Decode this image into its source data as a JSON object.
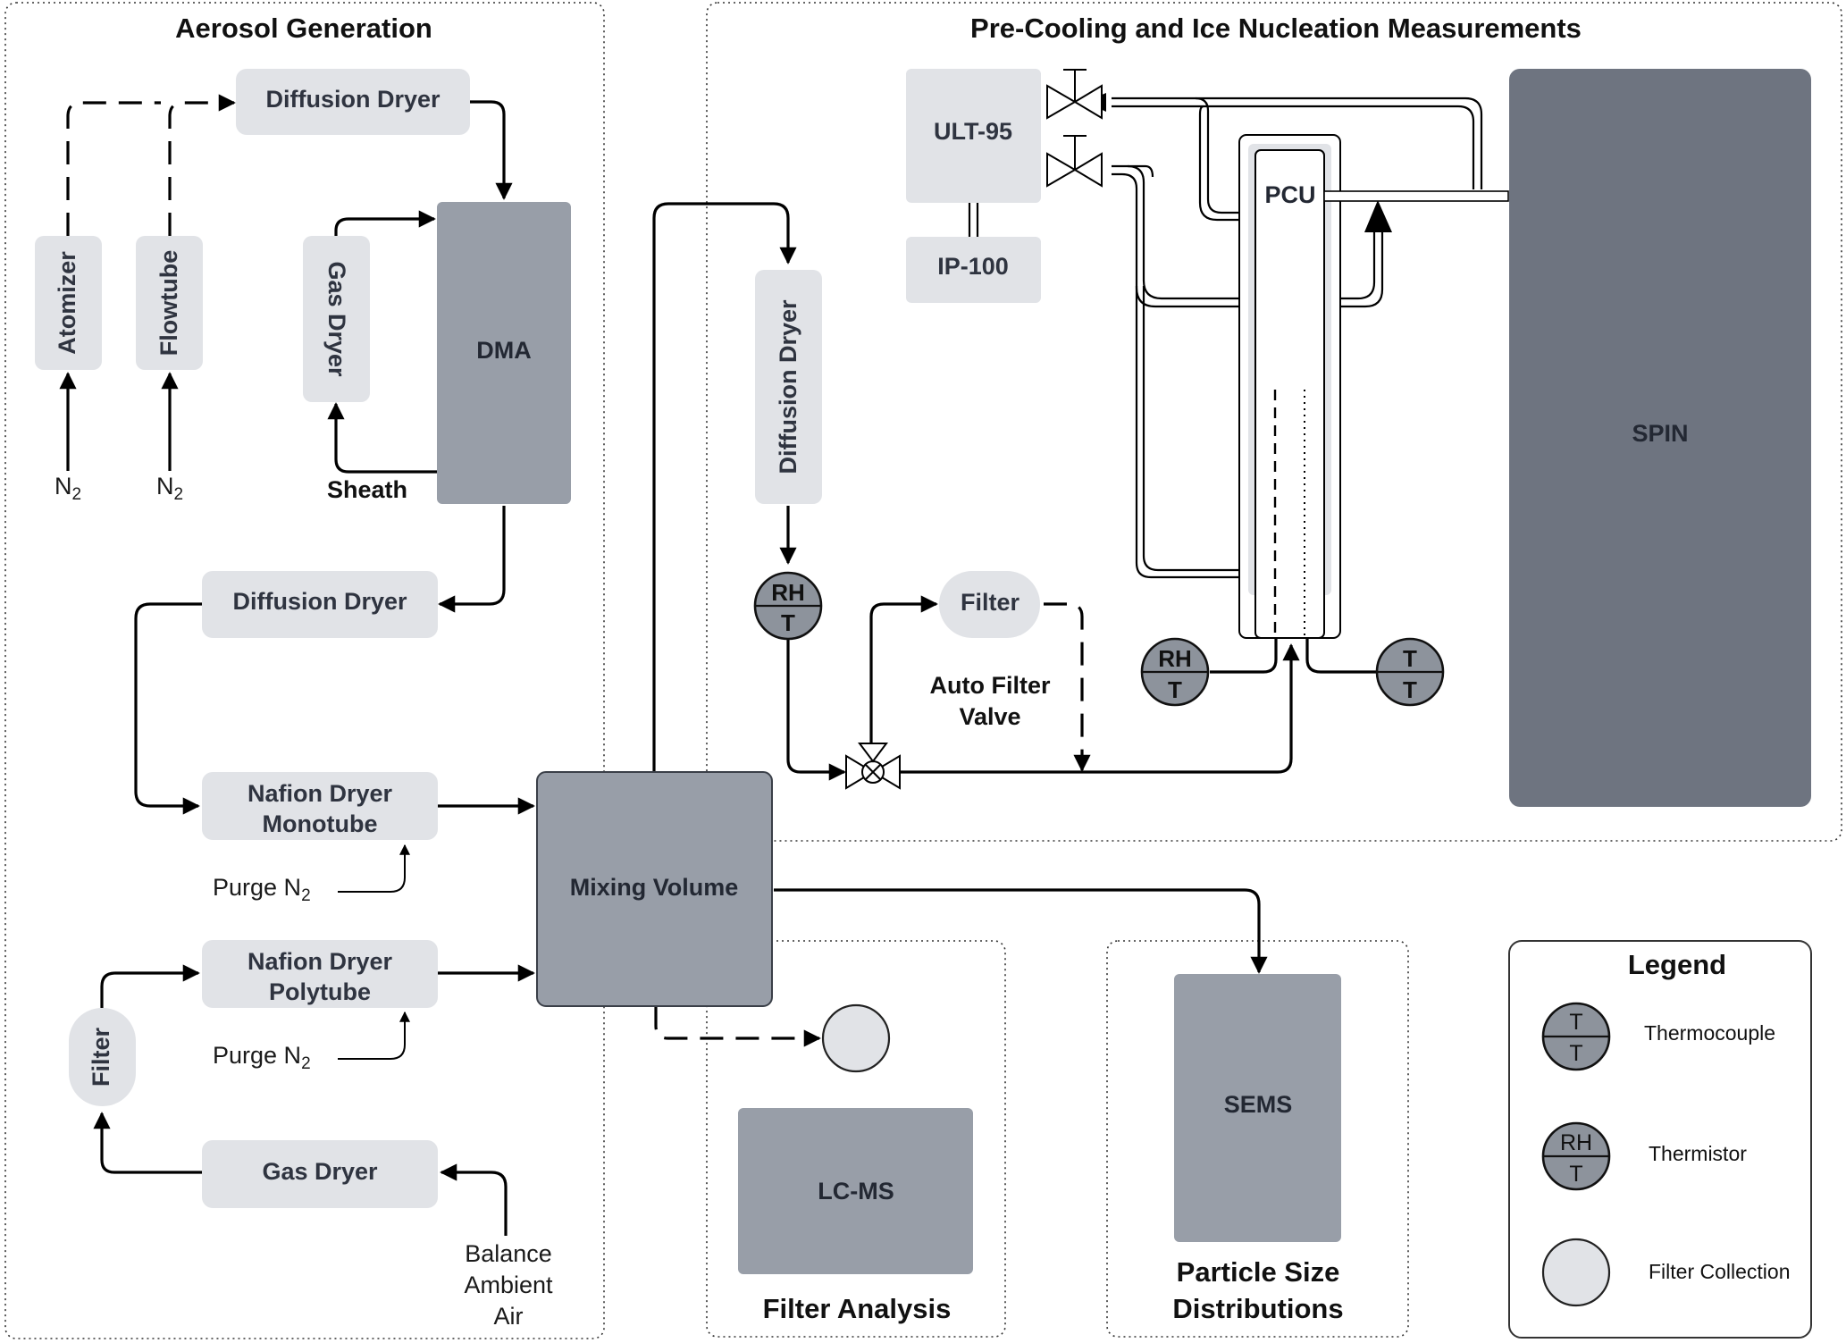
{
  "sections": {
    "aerosol_generation": "Aerosol Generation",
    "precooling": "Pre-Cooling and Ice Nucleation Measurements",
    "filter_analysis": "Filter Analysis",
    "particle_size": "Particle Size Distributions"
  },
  "boxes": {
    "diffusion_dryer_top": "Diffusion Dryer",
    "atomizer": "Atomizer",
    "flowtube": "Flowtube",
    "gas_dryer_sheath": "Gas Dryer",
    "dma": "DMA",
    "diffusion_dryer_mid": "Diffusion Dryer",
    "nafion_mono_line1": "Nafion Dryer",
    "nafion_mono_line2": "Monotube",
    "nafion_poly_line1": "Nafion Dryer",
    "nafion_poly_line2": "Polytube",
    "filter_left": "Filter",
    "gas_dryer_bottom": "Gas Dryer",
    "mixing_volume": "Mixing Volume",
    "diffusion_dryer_vertical": "Diffusion Dryer",
    "ult95": "ULT-95",
    "ip100": "IP-100",
    "filter_right": "Filter",
    "pcu": "PCU",
    "spin": "SPIN",
    "lcms": "LC-MS",
    "sems": "SEMS"
  },
  "labels": {
    "n2_1": "N",
    "n2_1_sub": "2",
    "n2_2": "N",
    "n2_2_sub": "2",
    "sheath": "Sheath",
    "purge1": "Purge N",
    "purge1_sub": "2",
    "purge2": "Purge N",
    "purge2_sub": "2",
    "balance_1": "Balance",
    "balance_2": "Ambient",
    "balance_3": "Air",
    "auto_filter_1": "Auto Filter",
    "auto_filter_2": "Valve"
  },
  "sensors": {
    "rh": "RH",
    "t": "T"
  },
  "legend": {
    "title": "Legend",
    "thermocouple": "Thermocouple",
    "thermistor": "Thermistor",
    "filter_collection": "Filter Collection",
    "tc_top": "T",
    "tc_bottom": "T",
    "th_top": "RH",
    "th_bottom": "T"
  },
  "colors": {
    "light_box": "#e1e3e7",
    "mid_box": "#989ea8",
    "dark_box": "#6e7480",
    "sensor_fill": "#8d939c",
    "line": "#000000"
  }
}
